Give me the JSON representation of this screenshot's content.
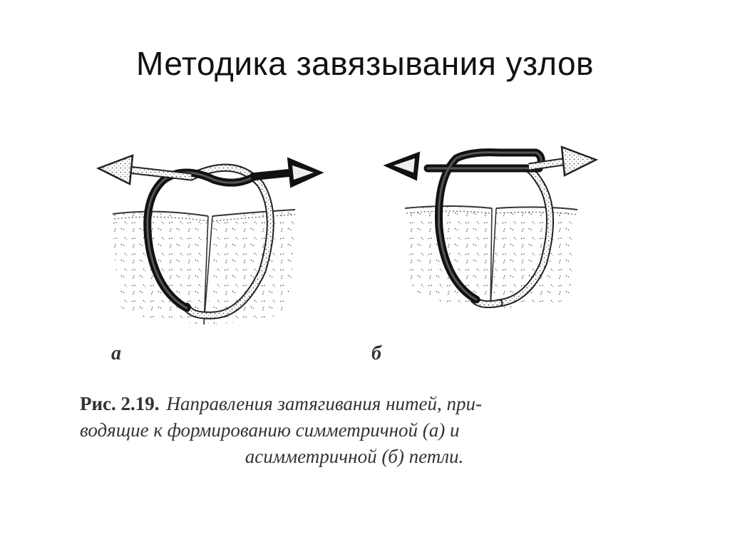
{
  "slide": {
    "title": "Методика завязывания узлов"
  },
  "figure": {
    "panel_a_label": "а",
    "panel_b_label": "б",
    "caption_lead": "Рис. 2.19.",
    "caption_line1": "Направления затягивания нитей, при-",
    "caption_line2": "водящие к формированию симметричной (а) и",
    "caption_line3": "асимметричной (б) петли."
  },
  "colors": {
    "dark_thread": "#222222",
    "light_thread": "#d8d8d8",
    "ink": "#333333"
  }
}
